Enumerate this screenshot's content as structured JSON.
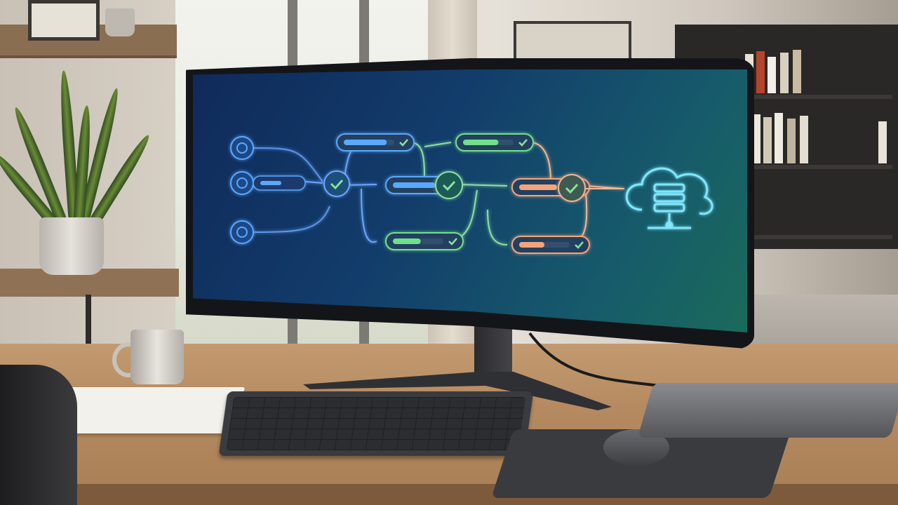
{
  "scene": {
    "description_tags": [
      "desk",
      "curved-monitor",
      "keyboard",
      "mouse",
      "laptop",
      "mug",
      "notebook",
      "plant",
      "bookshelf"
    ]
  },
  "screen": {
    "colors": {
      "background_start": "#0f2a5a",
      "background_end": "#1a6b5a",
      "blue": "#5aa8ff",
      "green": "#6fe08a",
      "orange": "#f2a57a",
      "cloud": "#7fe7ff"
    },
    "icons": [
      "circle-node-icon",
      "gear-node-icon",
      "share-node-icon",
      "check-icon",
      "cloud-server-icon"
    ],
    "pipeline": {
      "sources": [
        {
          "icon": "circle-node-icon",
          "color": "#5aa8ff"
        },
        {
          "icon": "gear-node-icon",
          "color": "#5aa8ff",
          "progress": 0.6
        },
        {
          "icon": "share-node-icon",
          "color": "#5aa8ff"
        }
      ],
      "stages": [
        {
          "color": "#5aa8ff",
          "progress": 0.85
        },
        {
          "color": "#6fe08a",
          "progress": 0.7
        },
        {
          "color": "#5aa8ff",
          "progress": 0.9
        },
        {
          "color": "#f2a57a",
          "progress": 0.75
        },
        {
          "color": "#6fe08a",
          "progress": 0.55
        },
        {
          "color": "#f2a57a",
          "progress": 0.5
        }
      ],
      "destination": {
        "icon": "cloud-server-icon",
        "color": "#7fe7ff"
      }
    }
  }
}
